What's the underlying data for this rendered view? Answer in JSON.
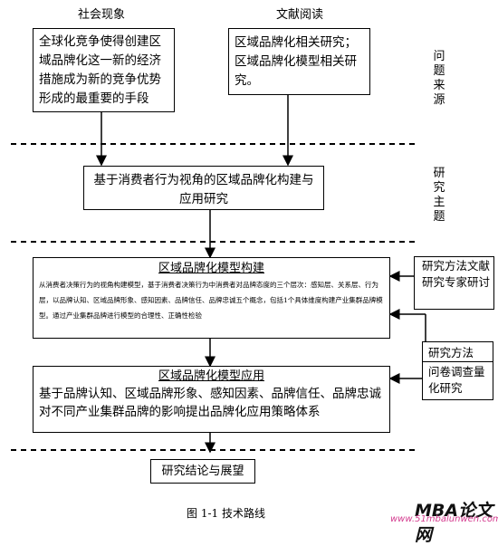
{
  "top": {
    "left_label": "社会现象",
    "right_label": "文献阅读",
    "left_box": "全球化竞争使得创建区域品牌化这一新的经济措施成为新的竞争优势形成的最重要的手段",
    "right_box": "区域品牌化相关研究；区域品牌化模型相关研究。"
  },
  "side_labels": {
    "problem_source": "问题来源",
    "research_topic": "研究主题"
  },
  "topic_box": "基于消费者行为视角的区域品牌化构建与应用研究",
  "model_build": {
    "title": "区域品牌化模型构建",
    "body": "从消费者决策行为的视角构建模型，基于消费者决策行为中消费者对品牌态度的三个层次：感知层、关系层、行为层，以品牌认知、区域品牌形象、感知因素、品牌信任、品牌忠诚五个概念，包括1个具体维度构建产业集群品牌模型。通过产业集群品牌进行模型的合理性、正确性检验"
  },
  "method1": "研究方法文献研究专家研讨",
  "method2": {
    "title": "研究方法",
    "body": "问卷调查量化研究"
  },
  "model_apply": {
    "title": "区域品牌化模型应用",
    "body": "基于品牌认知、区域品牌形象、感知因素、品牌信任、品牌忠诚对不同产业集群品牌的影响提出品牌化应用策略体系"
  },
  "conclusion": "研究结论与展望",
  "caption": "图 1-1 技术路线",
  "watermark": {
    "brand": "MBA论文网",
    "url": "www.51mbalunwen.com"
  }
}
